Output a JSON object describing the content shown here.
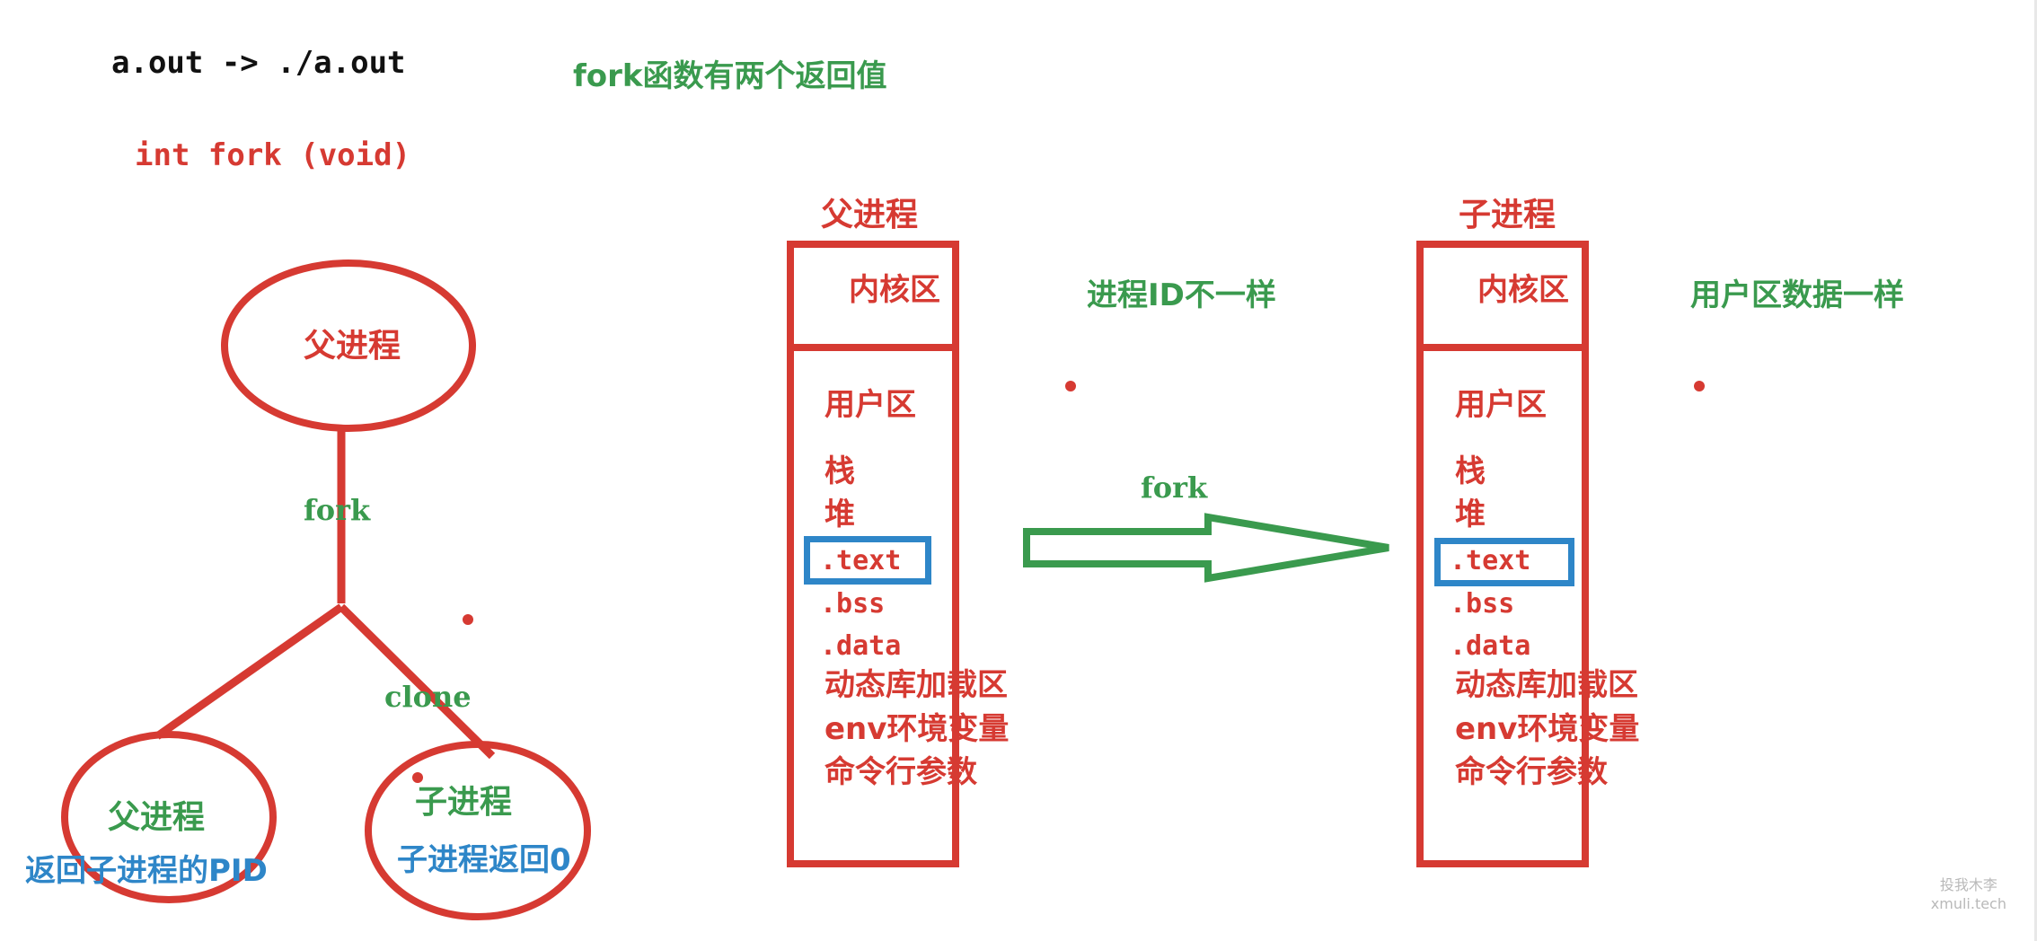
{
  "top": {
    "command": "a.out -> ./a.out",
    "signature": "int fork (void)",
    "note": "fork函数有两个返回值"
  },
  "tree": {
    "root_label": "父进程",
    "fork_label": "fork",
    "clone_label": "clone",
    "left_child_label": "父进程",
    "left_child_return": "返回子进程的PID",
    "right_child_label": "子进程",
    "right_child_return": "子进程返回0"
  },
  "parent_process": {
    "title": "父进程",
    "kernel_label": "内核区",
    "side_note": "进程ID不一样",
    "user_label": "用户区",
    "segments": [
      "栈",
      "堆",
      ".text",
      ".bss",
      ".data",
      "动态库加载区",
      "env环境变量",
      "命令行参数"
    ]
  },
  "child_process": {
    "title": "子进程",
    "kernel_label": "内核区",
    "side_note": "用户区数据一样",
    "user_label": "用户区",
    "segments": [
      "栈",
      "堆",
      ".text",
      ".bss",
      ".data",
      "动态库加载区",
      "env环境变量",
      "命令行参数"
    ]
  },
  "arrow": {
    "label": "fork"
  },
  "watermark": {
    "line1": "投我木李",
    "line2": "xmuli.tech"
  },
  "colors": {
    "red": "#d63a32",
    "green": "#3a9a4e",
    "blue": "#2e86c8",
    "black": "#111111"
  }
}
